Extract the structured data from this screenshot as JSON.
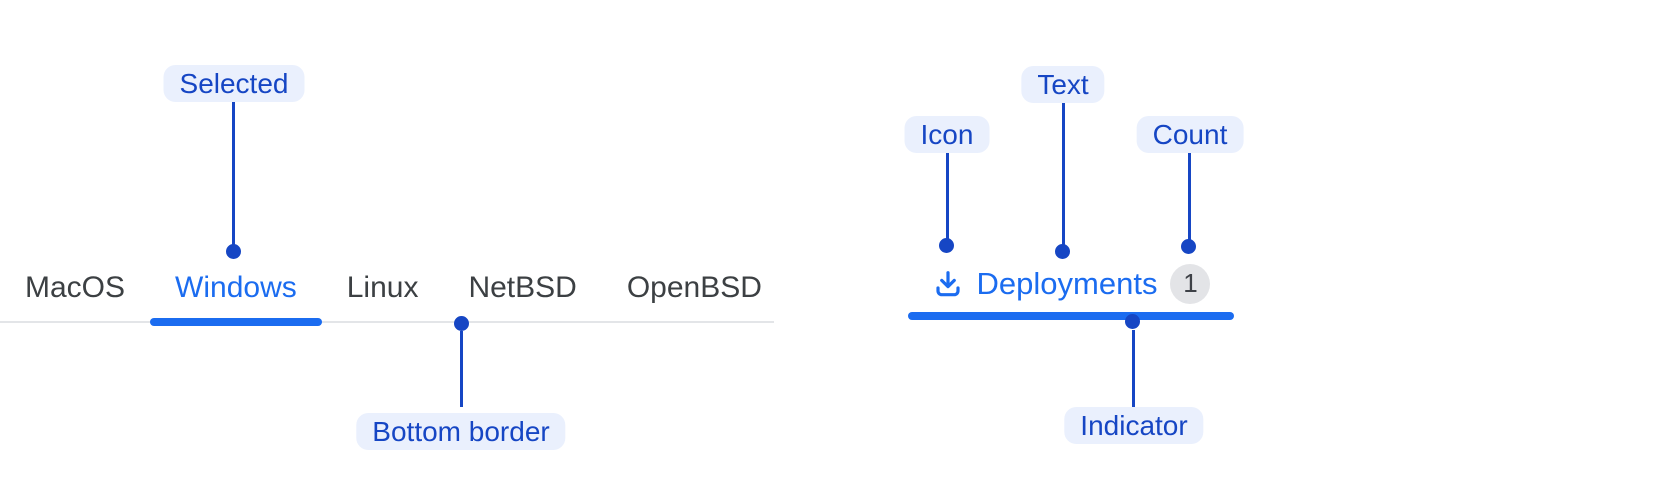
{
  "colors": {
    "background": "#FFFFFF",
    "tab_blue": "#1B6CF0",
    "annotation_blue": "#1646C4",
    "pill_bg": "#EAF0FD",
    "tab_text_gray": "#3C4043",
    "border_gray": "#E3E5E8",
    "badge_bg": "#E3E4E7",
    "badge_text": "#3E4147"
  },
  "os_tabs": {
    "items": [
      {
        "label": "MacOS",
        "selected": false
      },
      {
        "label": "Windows",
        "selected": true
      },
      {
        "label": "Linux",
        "selected": false
      },
      {
        "label": "NetBSD",
        "selected": false
      },
      {
        "label": "OpenBSD",
        "selected": false
      }
    ]
  },
  "deployments_tab": {
    "icon": "download-icon",
    "label": "Deployments",
    "count": "1"
  },
  "annotations": {
    "selected": "Selected",
    "bottom_border": "Bottom border",
    "icon": "Icon",
    "text": "Text",
    "count": "Count",
    "indicator": "Indicator"
  }
}
